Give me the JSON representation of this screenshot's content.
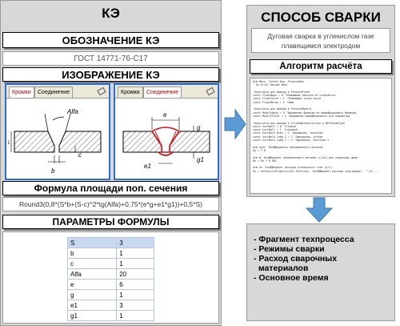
{
  "left": {
    "title": "КЭ",
    "designation_header": "ОБОЗНАЧЕНИЕ КЭ",
    "designation_value": "ГОСТ 14771-76-С17",
    "image_header": "ИЗОБРАЖЕНИЕ КЭ",
    "tabs": {
      "edges": "Кромки",
      "joint": "Соединение"
    },
    "dim_labels": {
      "alfa": "Alfa",
      "s": "s",
      "b": "b",
      "c": "c",
      "e": "e",
      "g": "g",
      "e1": "e1",
      "g1": "g1"
    },
    "formula_header": "Формула площади поп. сечения",
    "formula": "Round3(0,8*(S*b+(S-c)^2*tg(Alfa)+0,75*(e*g+e1*g1))+0,5*S)",
    "params_header": "ПАРАМЕТРЫ ФОРМУЛЫ",
    "params": [
      {
        "name": "S",
        "value": "3"
      },
      {
        "name": "b",
        "value": "1"
      },
      {
        "name": "c",
        "value": "1"
      },
      {
        "name": "Alfa",
        "value": "20"
      },
      {
        "name": "e",
        "value": "6"
      },
      {
        "name": "g",
        "value": "1"
      },
      {
        "name": "e1",
        "value": "3"
      },
      {
        "name": "g1",
        "value": "1"
      }
    ]
  },
  "right": {
    "title": "СПОСОБ  СВАРКИ",
    "description": "Дуговая сварка в углекислом газе плавящимся электродом",
    "algo_header": "Алгоритм расчёта",
    "code_lines": [
      "Dim Mass, IntVal,Dep, ProcessNum",
      "' On Error Resume Next",
      "",
      "'Константы для вывода в FormulaFloat",
      "const FloatNone = 0  'Плавающая запятая не отличается",
      "const FloatSolve = 1 'Плавающая точка после",
      "const FloatBelow = 2  'Ниже",
      "",
      "'Константы для вывода в FormulaModify",
      "const ModifyNone = 0  'Выражение формулы не модифицировать формулы",
      "const ModifyTotal = 1 'Выражение модифицировать все параметры",
      "",
      "'Константы для вывода в StrokeWeldSelection и WeldSeamType",
      "const hurtWelt   = 0  'Угловой",
      "const hurtWelt   = 1  'Стыковой",
      "const hurtWeld Brek = 2  'Одинарная, нечетная",
      "const hurtWeld Lo0b_1 = 3  'Одинарная, четная",
      "const hurtWeld Lo0b_2 = 4  'Одинарная, нечетная 2",
      "",
      "dim koef  'Коэффициенты наплавленного металла",
      "Ko = 7.8",
      "",
      "dim W  'Коэффициент наплавленного металла (г/Ач) для сварочных швов",
      "Ro = Ro * 0.001",
      "",
      "dim Vo  'Коэффициент расхода углекислого газа (л/ч)",
      "Ro = GetEntityProperty(set Electrod, 'Коэффициент расхода электродов', ''/2) ..."
    ],
    "results": [
      "- Фрагмент техпроцесса",
      "- Режимы сварки",
      "- Расход сварочных",
      "  материалов",
      "- Основное время"
    ]
  },
  "colors": {
    "panel": "#d8d8d8",
    "window_border": "#2c6fd8",
    "arrow": "#5b9bd5",
    "weld_red": "#d01010",
    "selected_row": "#c6d9f1"
  }
}
